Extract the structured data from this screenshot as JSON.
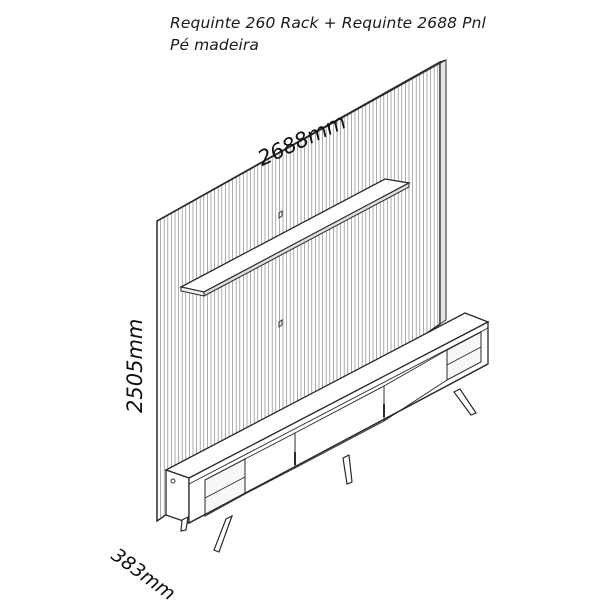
{
  "title": {
    "line1": "Requinte 260 Rack + Requinte 2688 Pnl",
    "line2": "Pé madeira"
  },
  "dimensions": {
    "width": "2688mm",
    "height": "2505mm",
    "depth": "383mm"
  },
  "colors": {
    "line": "#2a2a2a",
    "slat": "#8a8a8a",
    "background": "#ffffff"
  }
}
